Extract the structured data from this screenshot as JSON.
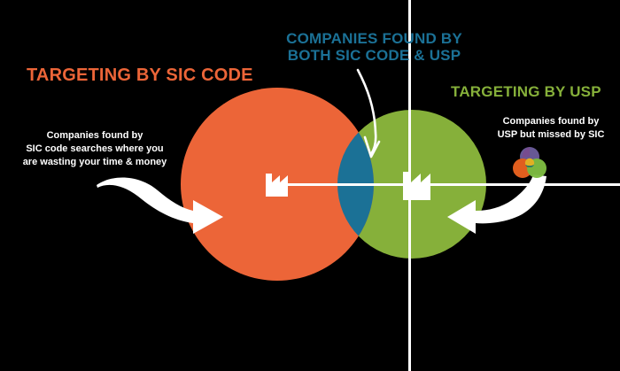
{
  "diagram": {
    "type": "venn",
    "title_left": "TARGETING BY SIC CODE",
    "title_center": "COMPANIES FOUND BY BOTH SIC CODE & USP",
    "title_center_line1": "COMPANIES FOUND BY",
    "title_center_line2": "BOTH SIC CODE & USP",
    "title_right": "TARGETING BY USP",
    "callout_left_line1": "Companies found by",
    "callout_left_line2": "SIC code searches where you",
    "callout_left_line3": "are wasting your time & money",
    "callout_right_line1": "Companies found by",
    "callout_right_line2": "USP but missed by SIC",
    "colors": {
      "background": "#000000",
      "orange": "#EC6538",
      "green": "#86B03A",
      "blue_overlap": "#1B7196",
      "white": "#FFFFFF",
      "logo_purple": "#6B5B9A",
      "logo_orange": "#E8621F",
      "logo_green": "#7DBB42",
      "logo_yellow": "#E8B626",
      "logo_teal": "#1F7A6E"
    },
    "icons": {
      "left_circle": "factory-icon",
      "right_circle": "factory-icon",
      "brand": "venn-logo-icon",
      "left_pointer": "curved-arrow-right-icon",
      "right_pointer": "curved-arrow-left-icon",
      "center_pointer": "thin-curved-arrow-down-icon"
    }
  }
}
